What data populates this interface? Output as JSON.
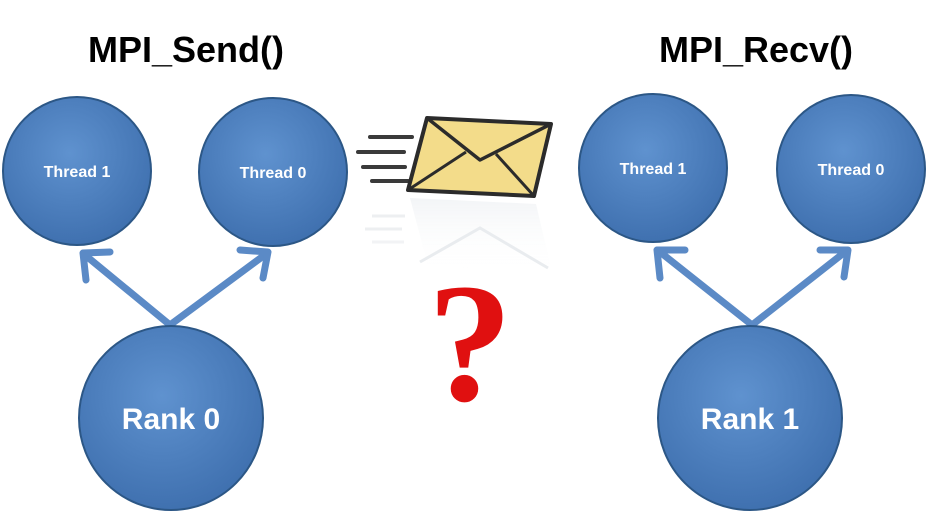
{
  "titles": {
    "left": "MPI_Send()",
    "right": "MPI_Recv()"
  },
  "sender": {
    "rank_label": "Rank 0",
    "threads": [
      "Thread 1",
      "Thread 0"
    ]
  },
  "receiver": {
    "rank_label": "Rank 1",
    "threads": [
      "Thread 1",
      "Thread 0"
    ]
  },
  "middle": {
    "icon": "envelope-icon",
    "symbol": "?"
  },
  "colors": {
    "node_fill": "#4f81bd",
    "node_stroke": "#2c5786",
    "arrow": "#5b8ac6",
    "envelope": "#f3dc8a",
    "question": "#e01010"
  }
}
